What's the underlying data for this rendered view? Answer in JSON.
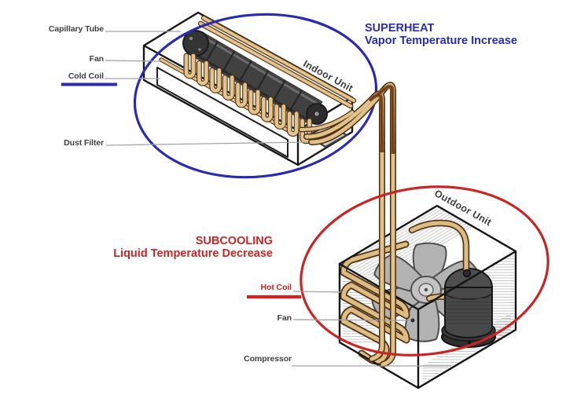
{
  "indoor": {
    "unit_name": "Indoor Unit",
    "annotation": {
      "title": "SUPERHEAT",
      "subtitle": "Vapor Temperature Increase"
    },
    "callouts": {
      "capillary_tube": "Capillary Tube",
      "fan": "Fan",
      "cold_coil": "Cold Coil",
      "dust_filter": "Dust Filter"
    }
  },
  "outdoor": {
    "unit_name": "Outdoor Unit",
    "annotation": {
      "title": "SUBCOOLING",
      "subtitle": "Liquid Temperature Decrease"
    },
    "callouts": {
      "hot_coil": "Hot Coil",
      "fan": "Fan",
      "compressor": "Compressor"
    }
  },
  "colors": {
    "superheat_blue": "#2b2bb2",
    "subcooling_red": "#c92525",
    "cold_coil_underline": "#2b2bb2",
    "hot_coil_underline": "#c92525",
    "pipe_tan": "#dfc089",
    "pipe_copper": "#8a5526",
    "label_gray": "#3f3f3f",
    "leader_line_gray": "#a3a3a3"
  }
}
